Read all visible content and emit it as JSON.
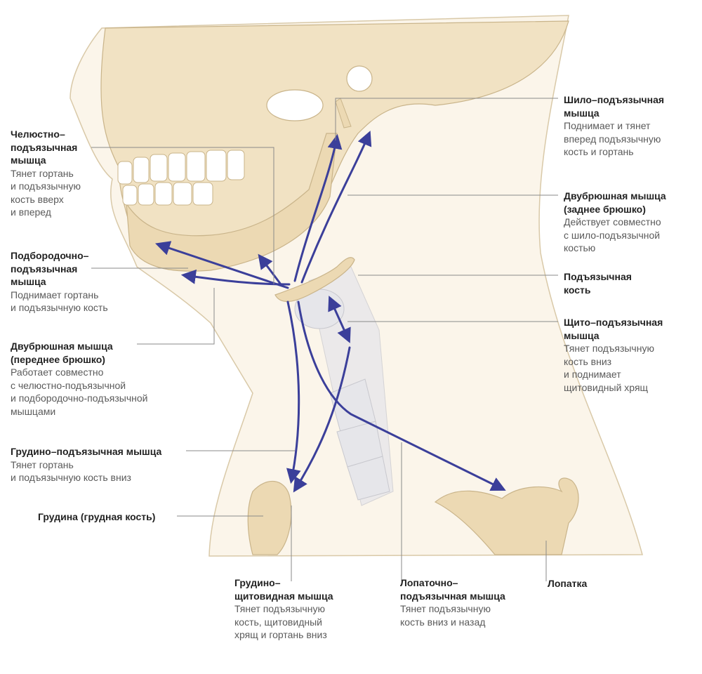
{
  "labels": {
    "mylohyoid": {
      "title": [
        "Челюстно–",
        "подъязычная",
        "мышца"
      ],
      "desc": [
        "Тянет гортань",
        "и подъязычную",
        "кость вверх",
        "и вперед"
      ]
    },
    "geniohyoid": {
      "title": [
        "Подбородочно–",
        "подъязычная",
        "мышца"
      ],
      "desc": [
        "Поднимает гортань",
        "и подъязычную кость"
      ]
    },
    "digastric_anterior": {
      "title": [
        "Двубрюшная мышца",
        "(переднее брюшко)"
      ],
      "desc": [
        "Работает совместно",
        "с челюстно-подъязычной",
        "и подбородочно-подъязычной",
        "мышцами"
      ]
    },
    "sternohyoid": {
      "title": [
        "Грудино–подъязычная мышца"
      ],
      "desc": [
        "Тянет гортань",
        "и подъязычную кость вниз"
      ]
    },
    "sternum": {
      "title": [
        "Грудина (грудная кость)"
      ],
      "desc": []
    },
    "stylohyoid": {
      "title": [
        "Шило–подъязычная",
        "мышца"
      ],
      "desc": [
        "Поднимает и тянет",
        "вперед подъязычную",
        "кость и гортань"
      ]
    },
    "digastric_posterior": {
      "title": [
        "Двубрюшная мышца",
        "(заднее брюшко)"
      ],
      "desc": [
        "Действует совместно",
        "с шило-подъязычной",
        "костью"
      ]
    },
    "hyoid_bone": {
      "title": [
        "Подъязычная",
        "кость"
      ],
      "desc": []
    },
    "thyrohyoid": {
      "title": [
        "Щито–подъязычная",
        "мышца"
      ],
      "desc": [
        "Тянет подъязычную",
        "кость вниз",
        "и поднимает",
        "щитовидный хрящ"
      ]
    },
    "sternothyroid": {
      "title": [
        "Грудино–",
        "щитовидная мышца"
      ],
      "desc": [
        "Тянет подъязычную",
        "кость, щитовидный",
        "хрящ и гортань вниз"
      ]
    },
    "omohyoid": {
      "title": [
        "Лопаточно–",
        "подъязычная мышца"
      ],
      "desc": [
        "Тянет подъязычную",
        "кость вниз и назад"
      ]
    },
    "scapula": {
      "title": [
        "Лопатка"
      ],
      "desc": []
    }
  },
  "colors": {
    "bone": "#f2e5c9",
    "skin": "#fdf8f0",
    "arrow": "#3b3f9a",
    "leader": "#8a8a8a"
  }
}
